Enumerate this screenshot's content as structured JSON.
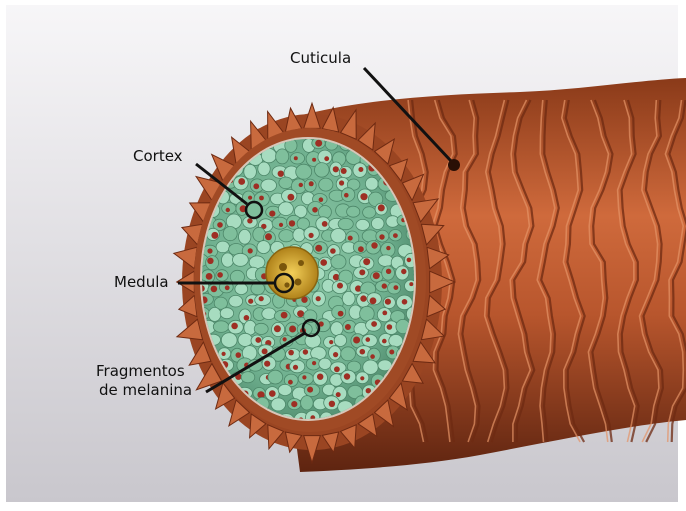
{
  "diagram": {
    "labels": {
      "cuticle": "Cuticula",
      "cortex": "Cortex",
      "medulla": "Medula",
      "melanin_line1": "Fragmentos",
      "melanin_line2": "de melanina"
    },
    "colors": {
      "background_top": "#f7f6f8",
      "background_bottom": "#c9c7cd",
      "cuticle": "#b8562d",
      "cuticle_dark": "#6e2a12",
      "cuticle_light": "#e08a5e",
      "cortex": "#6fb08f",
      "cortex_light": "#a7dcc0",
      "melanin": "#9e2f24",
      "medulla": "#d9a526",
      "leader_line": "#111111"
    },
    "icons": [
      "hair-cross-section-illustration"
    ]
  }
}
